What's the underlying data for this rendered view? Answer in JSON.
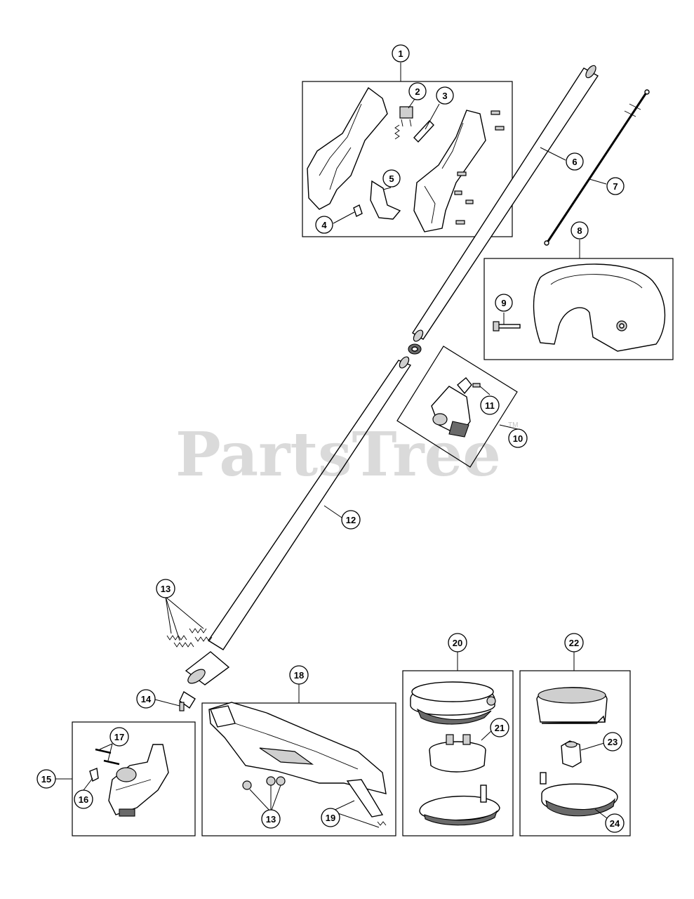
{
  "watermark": {
    "text": "PartsTree",
    "tm": "TM"
  },
  "callouts": [
    "1",
    "2",
    "3",
    "4",
    "5",
    "6",
    "7",
    "8",
    "9",
    "10",
    "11",
    "12",
    "13",
    "13",
    "14",
    "15",
    "16",
    "17",
    "18",
    "19",
    "20",
    "21",
    "22",
    "23",
    "24"
  ]
}
